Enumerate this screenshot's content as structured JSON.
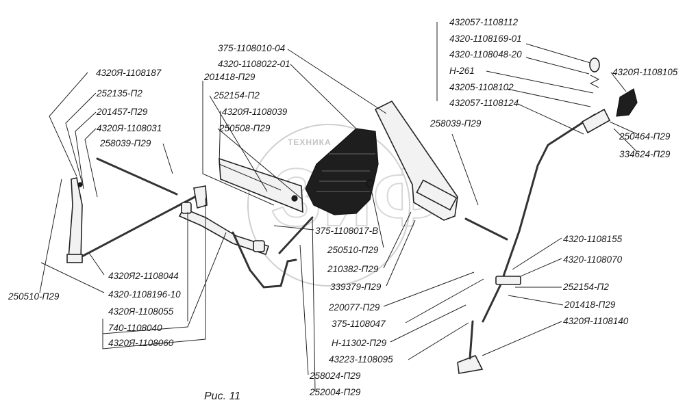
{
  "figure": {
    "caption": "Рис. 11",
    "watermark": "ТЕХНИКА"
  },
  "labels": {
    "l1": "4320Я-1108187",
    "l2": "252135-П2",
    "l3": "201457-П29",
    "l4": "4320Я-1108031",
    "l5": "258039-П29",
    "l6": "250510-П29",
    "l7": "4320Я2-1108044",
    "l8": "4320-1108196-10",
    "l9": "4320Я-1108055",
    "l10": "740-1108040",
    "l11": "4320Я-1108060",
    "m1": "201418-П29",
    "m2": "252154-П2",
    "m3": "4320Я-1108039",
    "m4": "250508-П29",
    "m5": "375-1108010-04",
    "m6": "4320-1108022-01",
    "m7": "375-1108017-В",
    "m8": "250510-П29",
    "m9": "210382-П29",
    "m10": "339379-П29",
    "m11": "220077-П29",
    "m12": "375-1108047",
    "m13": "Н-11302-П29",
    "m14": "43223-1108095",
    "m15": "258024-П29",
    "m16": "252004-П29",
    "r1": "432057-1108112",
    "r2": "4320-1108169-01",
    "r3": "4320-1108048-20",
    "r4": "Н-261",
    "r5": "43205-1108102",
    "r6": "432057-1108124",
    "r7": "4320Я-1108105",
    "r8": "258039-П29",
    "r9": "250464-П29",
    "r10": "334624-П29",
    "r11": "4320-1108155",
    "r12": "4320-1108070",
    "r13": "252154-П2",
    "r14": "201418-П29",
    "r15": "4320Я-1108140"
  }
}
